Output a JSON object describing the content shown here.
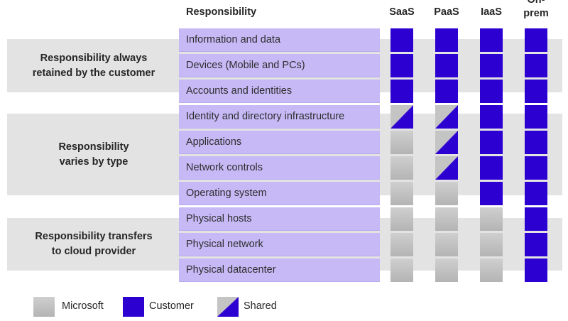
{
  "columns": [
    "SaaS",
    "PaaS",
    "IaaS",
    "On-\nprem"
  ],
  "responsibility_header": "Responsibility",
  "groups": [
    {
      "label": "Responsibility always\nretained by the customer"
    },
    {
      "label": "Responsibility\nvaries by type"
    },
    {
      "label": "Responsibility transfers\nto cloud provider"
    }
  ],
  "rows": [
    {
      "label": "Information and data",
      "cells": [
        "customer",
        "customer",
        "customer",
        "customer"
      ]
    },
    {
      "label": "Devices (Mobile and PCs)",
      "cells": [
        "customer",
        "customer",
        "customer",
        "customer"
      ]
    },
    {
      "label": "Accounts and identities",
      "cells": [
        "customer",
        "customer",
        "customer",
        "customer"
      ]
    },
    {
      "label": "Identity and directory infrastructure",
      "cells": [
        "shared",
        "shared",
        "customer",
        "customer"
      ]
    },
    {
      "label": "Applications",
      "cells": [
        "microsoft",
        "shared",
        "customer",
        "customer"
      ]
    },
    {
      "label": "Network controls",
      "cells": [
        "microsoft",
        "shared",
        "customer",
        "customer"
      ]
    },
    {
      "label": "Operating system",
      "cells": [
        "microsoft",
        "microsoft",
        "customer",
        "customer"
      ]
    },
    {
      "label": "Physical hosts",
      "cells": [
        "microsoft",
        "microsoft",
        "microsoft",
        "customer"
      ]
    },
    {
      "label": "Physical network",
      "cells": [
        "microsoft",
        "microsoft",
        "microsoft",
        "customer"
      ]
    },
    {
      "label": "Physical datacenter",
      "cells": [
        "microsoft",
        "microsoft",
        "microsoft",
        "customer"
      ]
    }
  ],
  "legend": [
    {
      "key": "microsoft",
      "label": "Microsoft"
    },
    {
      "key": "customer",
      "label": "Customer"
    },
    {
      "key": "shared",
      "label": "Shared"
    }
  ],
  "colors": {
    "customer": "#2d00d2",
    "microsoft": "#bdbdbd",
    "row_label_bg": "#c6b9f6",
    "band": "#e3e3e3"
  }
}
